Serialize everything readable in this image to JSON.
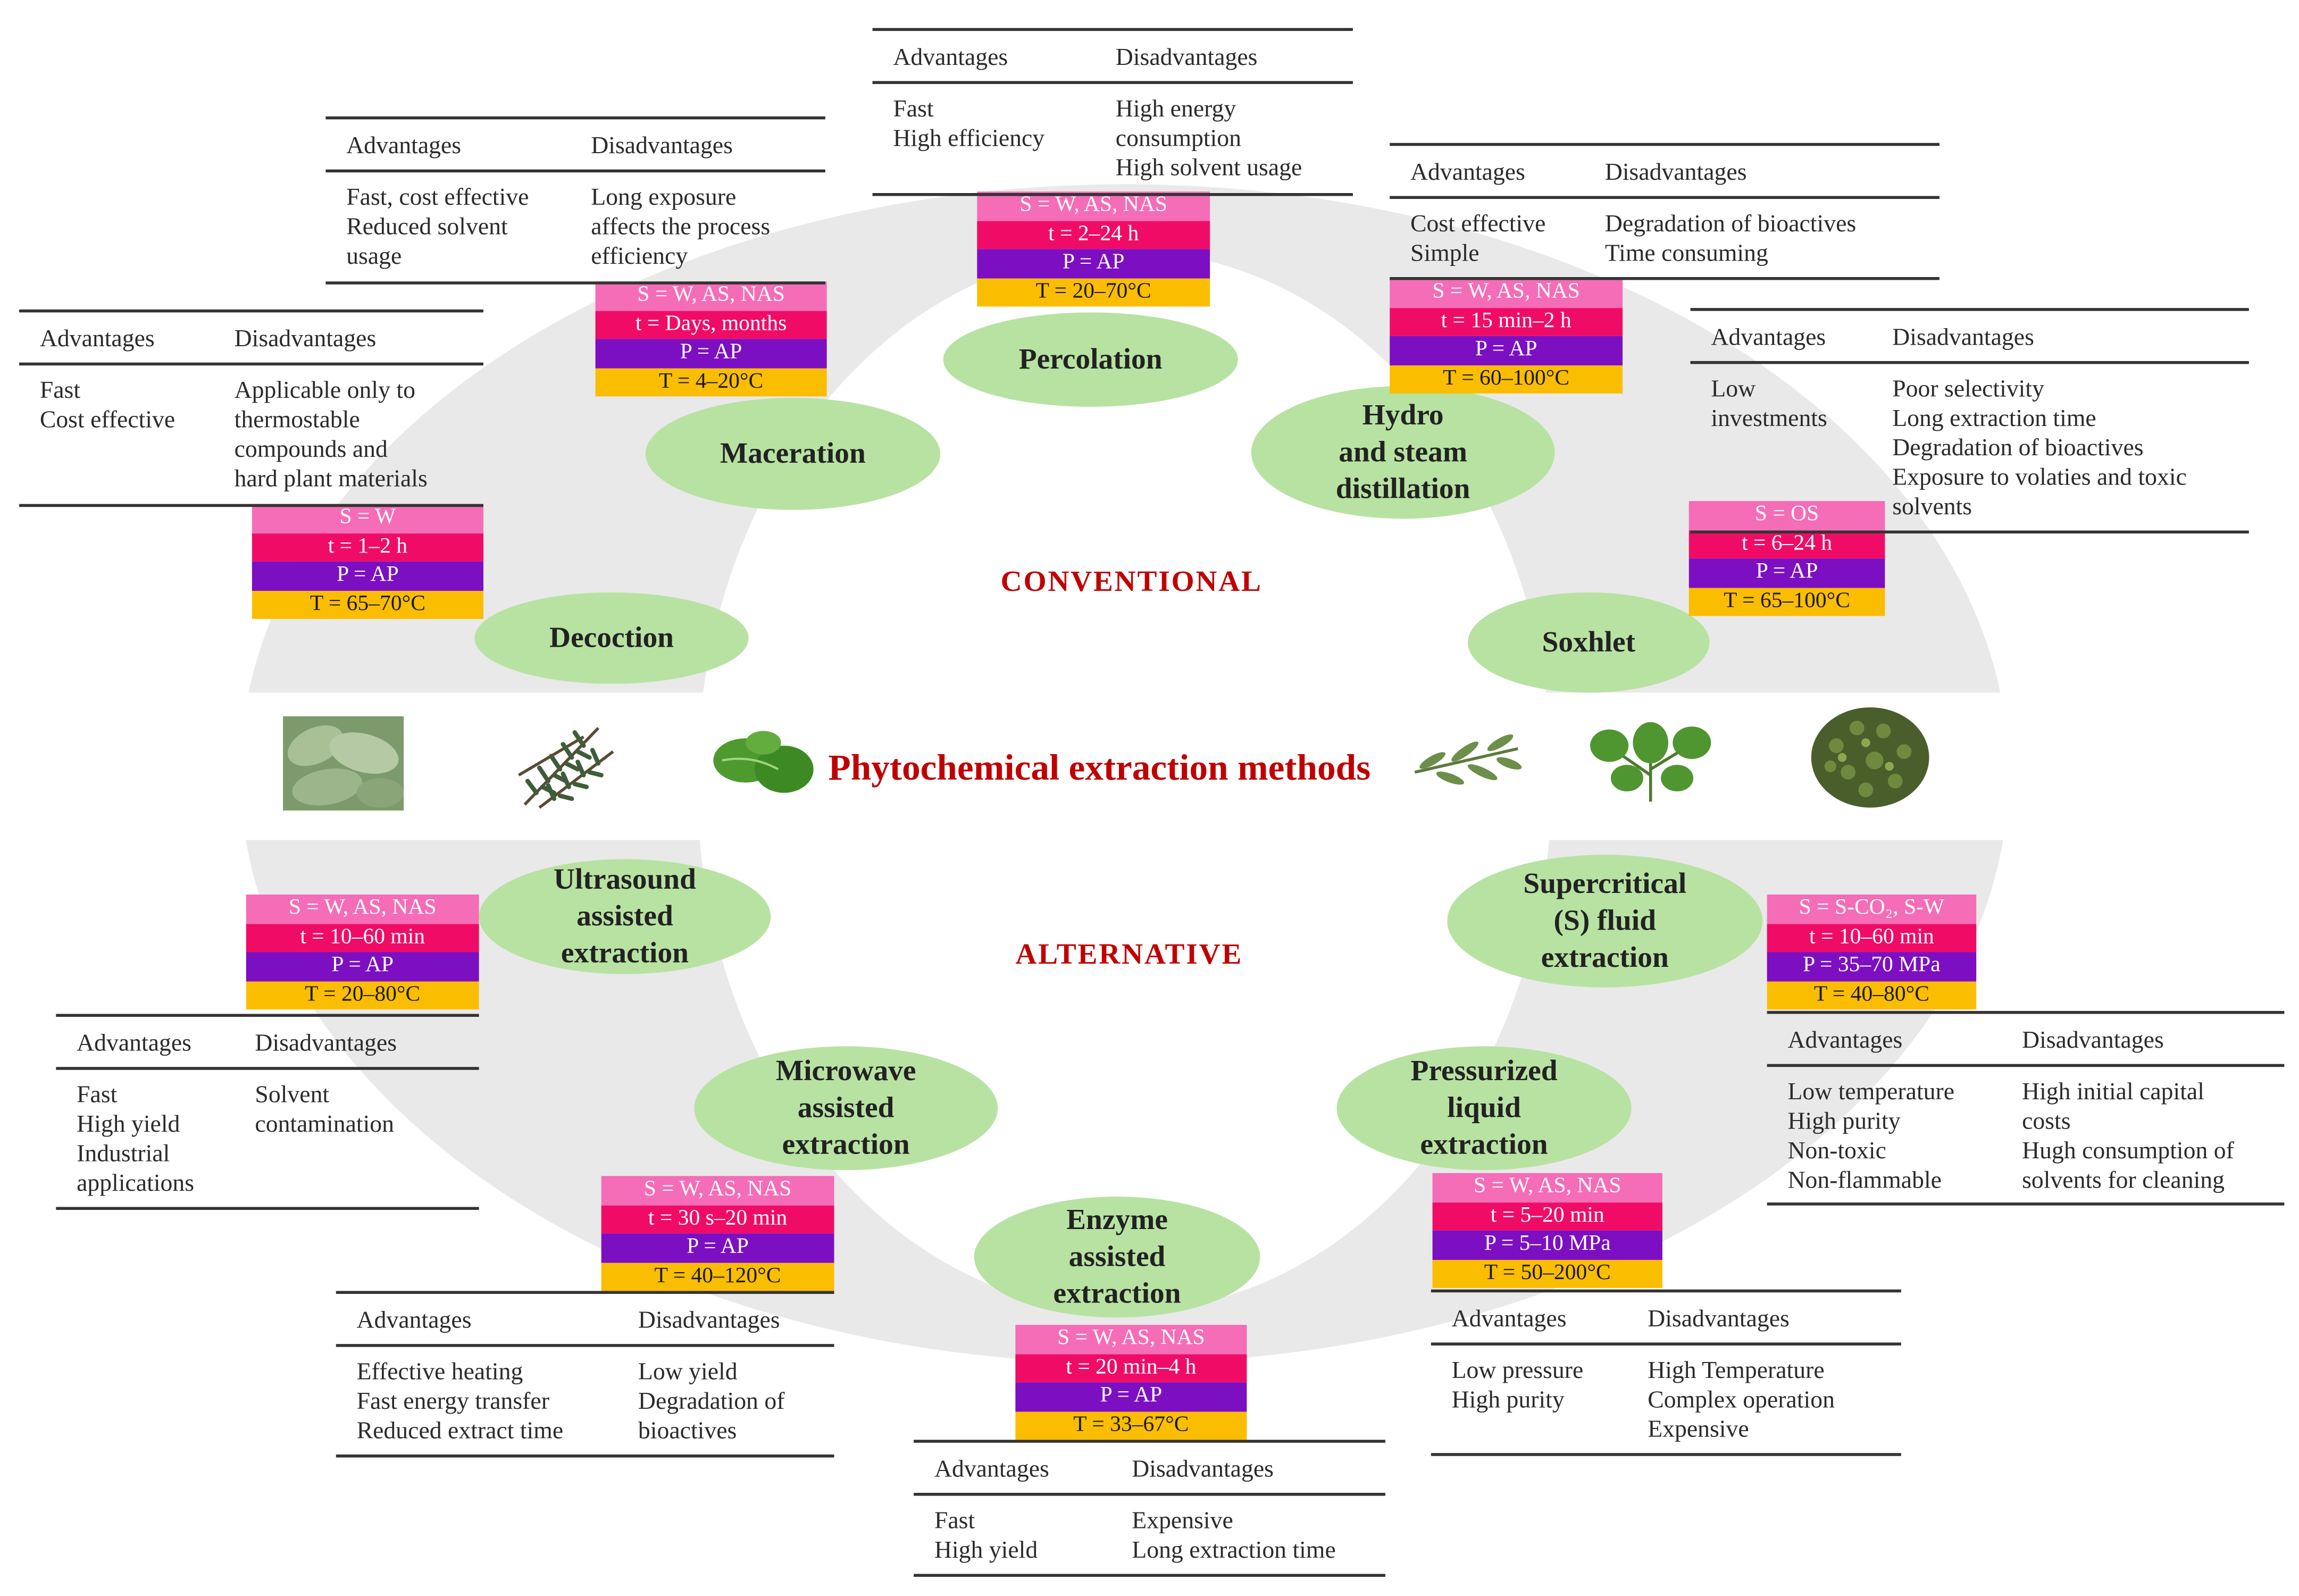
{
  "title": "Phytochemical extraction methods",
  "sections": {
    "conventional": "CONVENTIONAL",
    "alternative": "ALTERNATIVE"
  },
  "headers": {
    "advantages": "Advantages",
    "disadvantages": "Disadvantages"
  },
  "plant_images": [
    "sage",
    "rosemary",
    "basil",
    "tarragon",
    "oregano",
    "thyme"
  ],
  "colors": {
    "solvent": "#f56cb7",
    "time": "#f00c66",
    "pressure": "#7c0fc2",
    "temperature": "#fbbd00",
    "method": "#b8e2a2",
    "section": "#c00000"
  },
  "methods": {
    "percolation": {
      "name": "Percolation",
      "conditions": [
        "S = W, AS, NAS",
        "t = 2–24 h",
        "P = AP",
        "T = 20–70°C"
      ],
      "advantages": "Fast\nHigh efficiency",
      "disadvantages": "High energy\nconsumption\nHigh solvent usage"
    },
    "maceration": {
      "name": "Maceration",
      "conditions": [
        "S = W, AS, NAS",
        "t = Days, months",
        "P = AP",
        "T = 4–20°C"
      ],
      "advantages": "Fast, cost effective\nReduced solvent\nusage",
      "disadvantages": "Long exposure\naffects the process\nefficiency"
    },
    "hydro": {
      "name": "Hydro\nand steam\ndistillation",
      "conditions": [
        "S = W, AS, NAS",
        "t = 15 min–2 h",
        "P = AP",
        "T = 60–100°C"
      ],
      "advantages": "Cost effective\nSimple",
      "disadvantages": "Degradation of bioactives\nTime consuming"
    },
    "decoction": {
      "name": "Decoction",
      "conditions": [
        "S = W",
        "t = 1–2 h",
        "P = AP",
        "T = 65–70°C"
      ],
      "advantages": "Fast\nCost effective",
      "disadvantages": "Applicable only to\nthermostable\ncompounds and\nhard plant materials"
    },
    "soxhlet": {
      "name": "Soxhlet",
      "conditions": [
        "S = OS",
        "t = 6–24 h",
        "P = AP",
        "T = 65–100°C"
      ],
      "advantages": "Low\ninvestments",
      "disadvantages": "Poor selectivity\nLong extraction time\nDegradation of bioactives\nExposure to volaties and toxic\nsolvents"
    },
    "ultrasound": {
      "name": "Ultrasound\nassisted\nextraction",
      "conditions": [
        "S = W, AS, NAS",
        "t = 10–60 min",
        "P = AP",
        "T = 20–80°C"
      ],
      "advantages": "Fast\nHigh yield\nIndustrial\napplications",
      "disadvantages": "Solvent\ncontamination"
    },
    "supercritical": {
      "name": "Supercritical\n(S) fluid\nextraction",
      "conditions": [
        "S = S-CO₂, S-W",
        "t = 10–60 min",
        "P = 35–70 MPa",
        "T = 40–80°C"
      ],
      "advantages": "Low temperature\nHigh purity\nNon-toxic\nNon-flammable",
      "disadvantages": "High initial capital\ncosts\nHugh consumption of\nsolvents for cleaning"
    },
    "microwave": {
      "name": "Microwave\nassisted\nextraction",
      "conditions": [
        "S = W, AS, NAS",
        "t = 30 s–20 min",
        "P = AP",
        "T = 40–120°C"
      ],
      "advantages": "Effective heating\nFast energy transfer\nReduced extract time",
      "disadvantages": "Low yield\nDegradation of\nbioactives"
    },
    "pressurized": {
      "name": "Pressurized\nliquid\nextraction",
      "conditions": [
        "S = W, AS, NAS",
        "t = 5–20 min",
        "P = 5–10 MPa",
        "T = 50–200°C"
      ],
      "advantages": "Low pressure\nHigh purity",
      "disadvantages": "High Temperature\nComplex operation\nExpensive"
    },
    "enzyme": {
      "name": "Enzyme\nassisted\nextraction",
      "conditions": [
        "S = W, AS, NAS",
        "t = 20 min–4 h",
        "P = AP",
        "T = 33–67°C"
      ],
      "advantages": "Fast\nHigh yield",
      "disadvantages": "Expensive\nLong extraction time"
    }
  }
}
